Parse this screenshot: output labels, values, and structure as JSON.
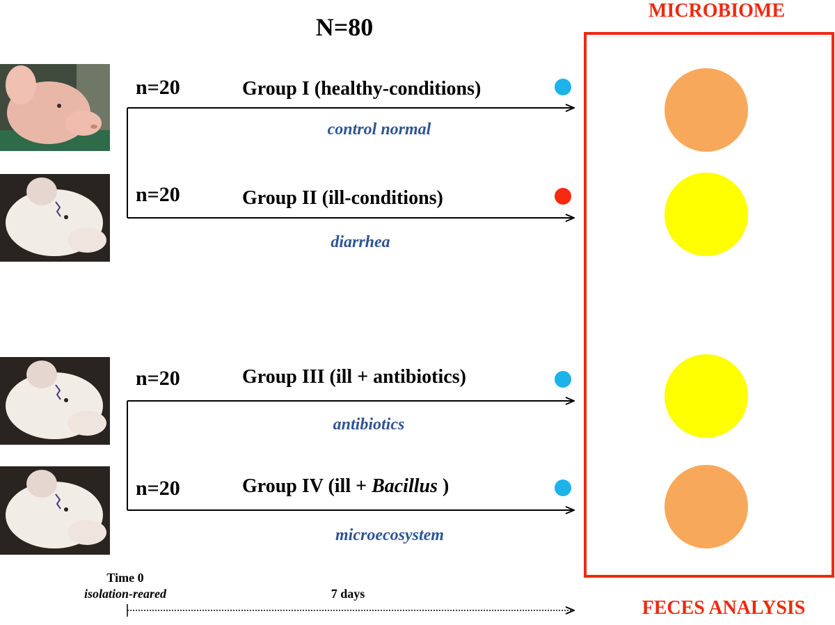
{
  "header": {
    "total": "N=80",
    "right_top": "MICROBIOME",
    "right_bottom": "FECES ANALYSIS"
  },
  "groups": [
    {
      "n": "n=20",
      "label": "Group I (healthy-conditions)",
      "label_pre": "",
      "label_it": "",
      "label_post": "",
      "condition": "control normal",
      "dot_color": "#1bb3ea",
      "circle_color": "#f8a85a"
    },
    {
      "n": "n=20",
      "label": "Group II (ill-conditions)",
      "label_pre": "",
      "label_it": "",
      "label_post": "",
      "condition": "diarrhea",
      "dot_color": "#f52a0e",
      "circle_color": "#ffff00"
    },
    {
      "n": "n=20",
      "label": "Group III (ill + antibiotics)",
      "label_pre": "",
      "label_it": "",
      "label_post": "",
      "condition": "antibiotics",
      "dot_color": "#1bb3ea",
      "circle_color": "#ffff00"
    },
    {
      "n": "n=20",
      "label": "",
      "label_pre": "Group IV (ill + ",
      "label_it": "Bacillus",
      "label_post": " )",
      "condition": "microecosystem",
      "dot_color": "#1bb3ea",
      "circle_color": "#f8a85a"
    }
  ],
  "timeline": {
    "start_label": "Time 0",
    "start_sub": "isolation-reared",
    "duration": "7 days"
  },
  "colors": {
    "box_border": "#ee2a10",
    "condition_text": "#2e5593"
  }
}
